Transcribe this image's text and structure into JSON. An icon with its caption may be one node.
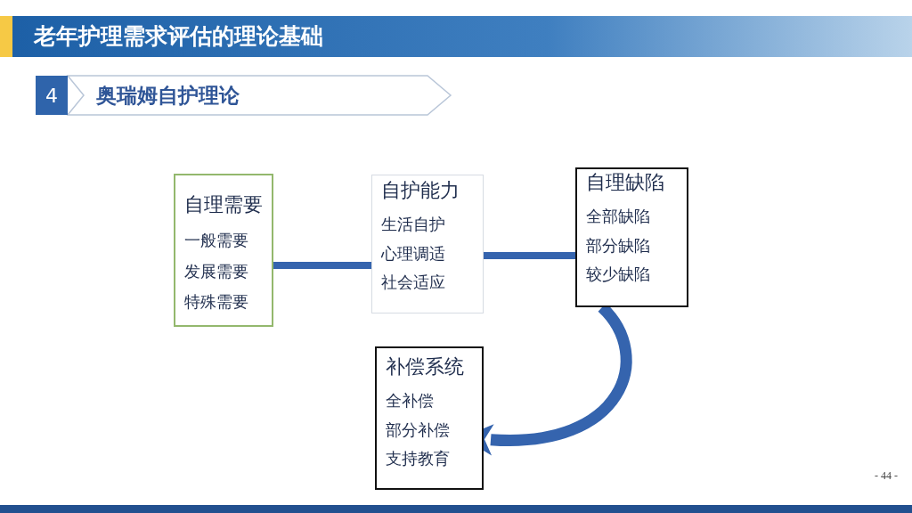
{
  "diagram": {
    "title": "老年护理需求评估的理论基础",
    "nodes": [
      {
        "text": [
          "自理需要",
          "一般需要",
          "发展需要",
          "特殊需要"
        ]
      },
      {
        "text": [
          "自护能力",
          "生活自护",
          "心理调适",
          "社会适应"
        ]
      },
      {
        "text": [
          "自理缺陷",
          "全部缺陷",
          "部分缺陷",
          "较少缺陷"
        ]
      },
      {
        "text": [
          "补偿系统",
          "全补偿",
          "部分补偿",
          "支持教育"
        ]
      }
    ],
    "edges": [
      {
        "from": 0,
        "to": 1,
        "arrow": "none"
      },
      {
        "from": 1,
        "to": 2,
        "arrow": "none"
      },
      {
        "from": 2,
        "to": 3,
        "arrow": "to"
      }
    ],
    "labels": [
      "4",
      "奥瑞姆自护理论",
      "- 44 -"
    ]
  }
}
